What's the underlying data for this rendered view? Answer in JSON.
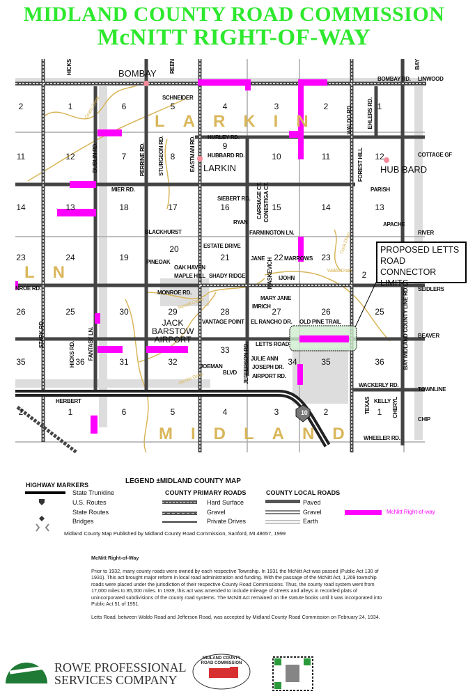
{
  "header": {
    "line1": "MIDLAND COUNTY ROAD COMMISSION",
    "line2": "McNITT RIGHT-OF-WAY",
    "color": "#2ee82e"
  },
  "map": {
    "highlight_color": "#ff00ff",
    "township_labels": [
      "LARKIN",
      "LN",
      "MIDLAND"
    ],
    "places": [
      "BOMBAY",
      "LARKIN",
      "HUB BARD",
      "JACK BARSTOW AIRPORT"
    ],
    "sections": [
      [
        "2",
        "1",
        "6",
        "5",
        "4",
        "3",
        "2",
        "1"
      ],
      [
        "11",
        "12",
        "7",
        "8",
        "9",
        "10",
        "11",
        "12"
      ],
      [
        "14",
        "13",
        "18",
        "17",
        "16",
        "15",
        "14",
        "13"
      ],
      [
        "23",
        "24",
        "19",
        "20",
        "21",
        "22",
        "23",
        "2"
      ],
      [
        "26",
        "25",
        "30",
        "29",
        "28",
        "27",
        "26",
        "25"
      ],
      [
        "35",
        "36",
        "31",
        "32",
        "33",
        "34",
        "35",
        "36"
      ],
      [
        "2",
        "1",
        "6",
        "5",
        "4",
        "3",
        "2",
        "1"
      ]
    ],
    "roads_h": [
      "BOMBAY RD.",
      "LINWOOD",
      "SCHNEIDER",
      "HURLEY RD.",
      "HUBBARD RD.",
      "COTTAGE GF",
      "PARISH",
      "MIER RD.",
      "SIEBERT RD.",
      "FARMINGTON LN.",
      "RIVER",
      "APACHE",
      "BLACKHURST",
      "PINEOAK",
      "OAK HAVEN",
      "MAPLE HILL",
      "ESTATE DRIVE",
      "SHADY RIDGE",
      "MONROE RD.",
      "NROE RD.",
      "SEIDLERS",
      "MARY JANE",
      "IMRICH",
      "EL RANCHO DR.",
      "OLD PINE TRAIL",
      "BEAVER",
      "LETTS ROAD",
      "JULIE ANN",
      "JOSEPH DR.",
      "AIRPORT RD.",
      "JOEMAN",
      "BLVD",
      "VANTAGE POINT",
      "WACKERLY RD.",
      "TOWNLINE",
      "KELLY",
      "CHIP",
      "WHEELER RD.",
      "HERBERT",
      "JANE",
      "RYAN",
      "IJOHN",
      "MARROWS"
    ],
    "roads_v": [
      "HICKS",
      "DUBLIN RD.",
      "PERRINE RD.",
      "STURGEON RD.",
      "EASTMAN RD.",
      "WALDO RD.",
      "EHLERS RD.",
      "FOREST HILL",
      "BAY",
      "CARRIAGE CT.",
      "CONESTIGA CT.",
      "MASKEVICH",
      "JEFFERSON RD.",
      "FANTASY LN.",
      "STARK RD.",
      "HICKS RD.",
      "TEXAS",
      "CHERYL",
      "BAY MIDLAND COUNTY LINE RD.",
      "REEN"
    ],
    "drains": [
      "Grass Creek",
      "Newell Creek",
      "Jacobs Drain",
      "Waldo Drain",
      "Cook Drain"
    ],
    "route_shield": "10",
    "callout": "PROPOSED LETTS ROAD CONNECTOR LIMITS"
  },
  "legend": {
    "title": "LEGEND ±MIDLAND COUNTY MAP",
    "highway_markers": {
      "heading": "HIGHWAY MARKERS",
      "items": [
        "State Trunkline",
        "U.S. Routes",
        "State Routes",
        "Bridges"
      ]
    },
    "primary": {
      "heading": "COUNTY PRIMARY ROADS",
      "items": [
        "Hard Surface",
        "Gravel",
        "Private Drives"
      ]
    },
    "local": {
      "heading": "COUNTY LOCAL ROADS",
      "items": [
        "Paved",
        "Gravel",
        "Earth"
      ]
    },
    "mcnitt": "McNitt Right-of-way",
    "credit": "Midland County Map Published by Midland County Road Commission, Sanford, MI 48657, 1999"
  },
  "text": {
    "heading": "McNitt Right-of-Way",
    "p1": "Prior to 1932, many county roads were owned by each respective Township. In 1931 the McNitt Act was passed (Public Act 130 of 1931).  This act brought major reform in local road administration and funding.  With the passage of the McNitt Act, 1,269 township roads were placed under the jurisdiction of their respective County Road Commissions.  Thus, the county road system went from 17,000 miles to 85,000 miles.  In 1939, this act was amended to include mileage of streets and alleys in recorded plats of unincorporated subdivisions of the county road systems. The McNitt Act remained on the statute books until it was incorporated into Public Act 51 of 1951.",
    "p2": "Letts Road, between Waldo Road and Jefferson Road, was accepted by Midland County Road Commission on February 24, 1934."
  },
  "footer": {
    "rowe_line1": "ROWE PROFESSIONAL",
    "rowe_line2": "SERVICES COMPANY",
    "mcrc_logo": "MIDLAND COUNTY ROAD COMMISSION"
  }
}
